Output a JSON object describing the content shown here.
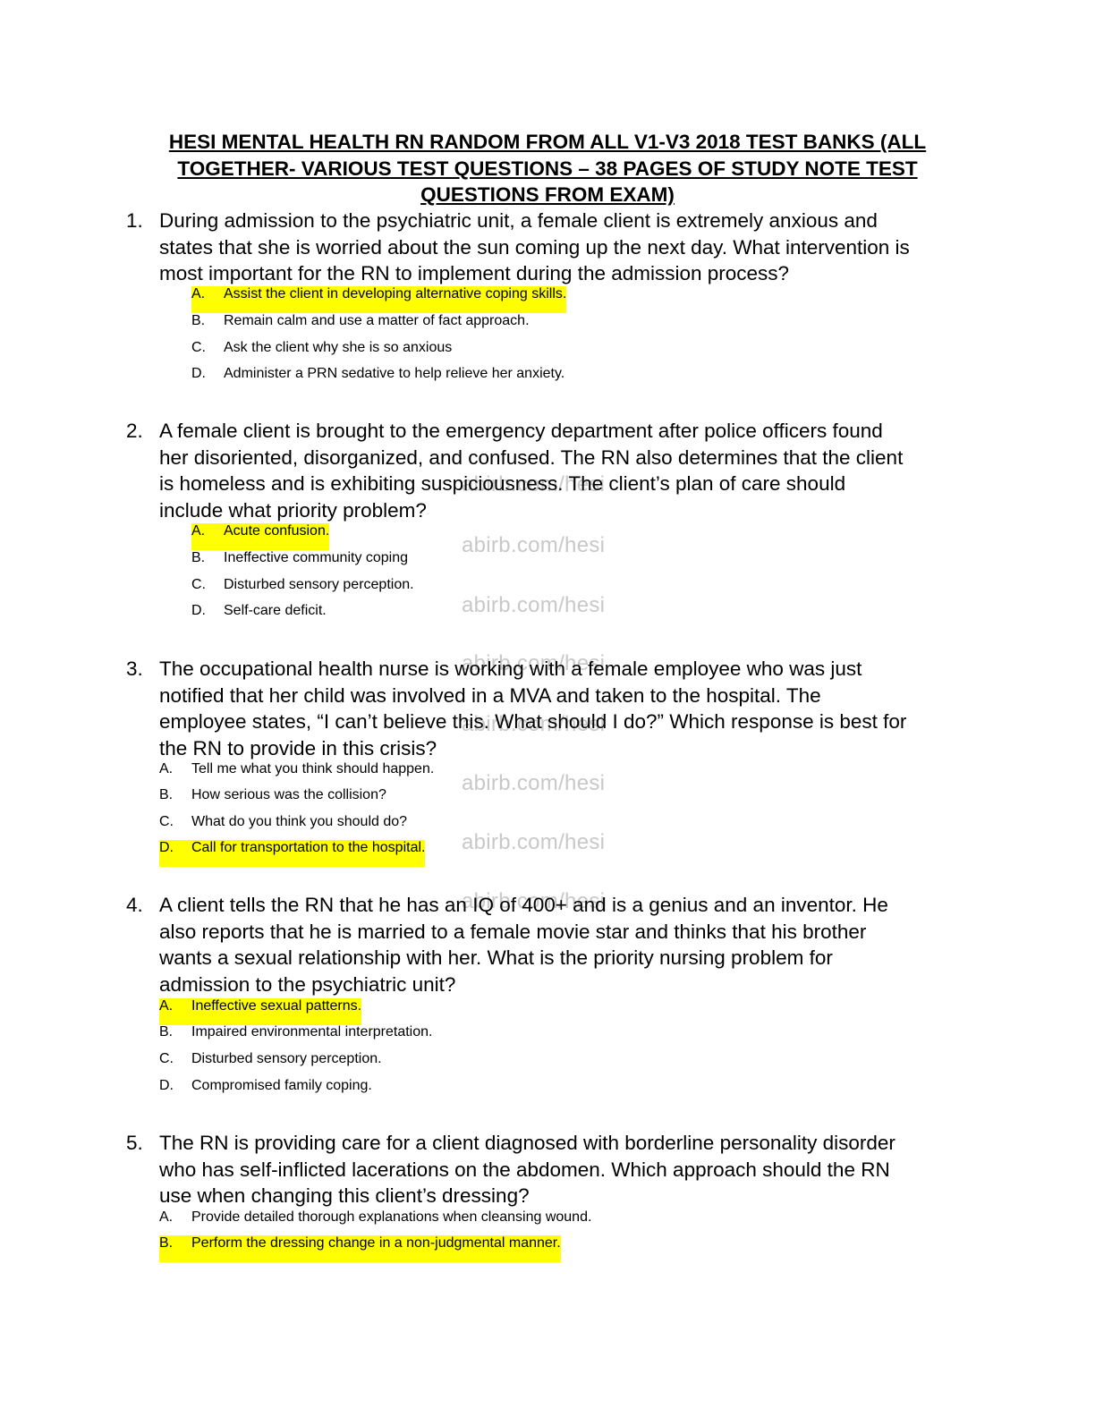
{
  "title_lines": [
    "HESI MENTAL HEALTH RN RANDOM FROM ALL V1-V3 2018 TEST BANKS (ALL",
    "TOGETHER- VARIOUS TEST QUESTIONS – 38 PAGES OF STUDY NOTE TEST",
    "QUESTIONS FROM EXAM)"
  ],
  "watermark": "abirb.com/hesi",
  "questions": [
    {
      "number": "1.",
      "lines": [
        "During admission to the psychiatric unit, a female client is extremely anxious and",
        "states that she is worried about the sun coming up the next day. What intervention is",
        "most important for the RN to implement during the admission process?"
      ],
      "options": [
        {
          "label": "A.",
          "text": "Assist the client in developing alternative coping skills.",
          "highlighted": true
        },
        {
          "label": "B.",
          "text": "Remain calm and use a matter of fact approach.",
          "highlighted": false
        },
        {
          "label": "C.",
          "text": "Ask the client why she is so anxious",
          "highlighted": false
        },
        {
          "label": "D.",
          "text": "Administer a PRN sedative to help relieve her anxiety.",
          "highlighted": false
        }
      ]
    },
    {
      "number": "2.",
      "lines": [
        "A female client is brought to the emergency department after police officers found",
        "her disoriented, disorganized, and confused. The RN also determines that the client",
        "is homeless and is exhibiting suspiciousness. The client’s plan of care should",
        "include what priority problem?"
      ],
      "options": [
        {
          "label": "A.",
          "text": "Acute confusion.",
          "highlighted": true
        },
        {
          "label": "B.",
          "text": "Ineffective community coping",
          "highlighted": false
        },
        {
          "label": "C.",
          "text": "Disturbed sensory perception.",
          "highlighted": false
        },
        {
          "label": "D.",
          "text": "Self-care deficit.",
          "highlighted": false
        }
      ]
    },
    {
      "number": "3.",
      "lines": [
        "The occupational health nurse is working with a female employee who was just",
        "notified that her child was involved in a MVA and taken to the hospital. The",
        "employee states, “I can’t believe this. What should I do?” Which response is best for",
        "the RN to provide in this crisis?"
      ],
      "options": [
        {
          "label": "A.",
          "text": "Tell me what you think should happen.",
          "highlighted": false
        },
        {
          "label": "B.",
          "text": "How serious was the collision?",
          "highlighted": false
        },
        {
          "label": "C.",
          "text": "What do you think you should do?",
          "highlighted": false
        },
        {
          "label": "D.",
          "text": "Call for transportation to the hospital.",
          "highlighted": true
        }
      ]
    },
    {
      "number": "4.",
      "lines": [
        "A client tells the RN that he has an IQ of 400+ and is a genius and an inventor. He",
        "also reports that he is married to a female movie star and thinks that his brother",
        "wants a sexual relationship with her. What is the priority nursing problem for",
        "admission to the psychiatric unit?"
      ],
      "options": [
        {
          "label": "A.",
          "text": "Ineffective sexual patterns.",
          "highlighted": true
        },
        {
          "label": "B.",
          "text": "Impaired environmental interpretation.",
          "highlighted": false
        },
        {
          "label": "C.",
          "text": "Disturbed sensory perception.",
          "highlighted": false
        },
        {
          "label": "D.",
          "text": "Compromised family coping.",
          "highlighted": false
        }
      ]
    },
    {
      "number": "5.",
      "lines": [
        "The RN is providing care for a client diagnosed with borderline personality disorder",
        "who has self-inflicted lacerations on the abdomen. Which approach should the RN",
        "use when changing this client’s dressing?"
      ],
      "options": [
        {
          "label": "A.",
          "text": "Provide detailed thorough explanations when cleansing wound.",
          "highlighted": false
        },
        {
          "label": "B.",
          "text": "Perform the dressing change in a non-judgmental manner.",
          "highlighted": true
        }
      ]
    }
  ]
}
